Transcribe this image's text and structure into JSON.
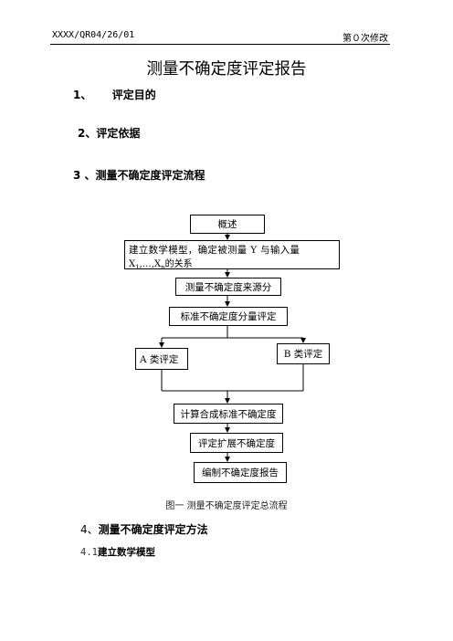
{
  "header": {
    "doc_code": "XXXX/QR04/26/01",
    "revision": "第０次修改"
  },
  "title": "测量不确定度评定报告",
  "sections": {
    "s1": {
      "num": "1、",
      "text": "评定目的"
    },
    "s2": {
      "num": "2、",
      "text": "评定依据"
    },
    "s3": {
      "num": "3 、",
      "text": "测量不确定度评定流程"
    },
    "s4": {
      "num": "4、",
      "text": "测量不确定度评定方法"
    },
    "s41": {
      "num": "4.1",
      "text": "建立数学模型"
    }
  },
  "flowchart": {
    "overview": "概述",
    "model_line1": "建立数学模型，确定被测量 Y 与输入量",
    "model_line2_x1": "X",
    "model_line2_sub1": "1",
    "model_line2_mid": ",…,X",
    "model_line2_subn": "n",
    "model_line2_tail": "的关系",
    "sources": "测量不确定度来源分",
    "components": "标准不确定度分量评定",
    "type_a": "A 类评定",
    "type_b": "B 类评定",
    "combined": "计算合成标准不确定度",
    "expanded": "评定扩展不确定度",
    "report": "编制不确定度报告",
    "caption": "图一  测量不确定度评定总流程"
  }
}
